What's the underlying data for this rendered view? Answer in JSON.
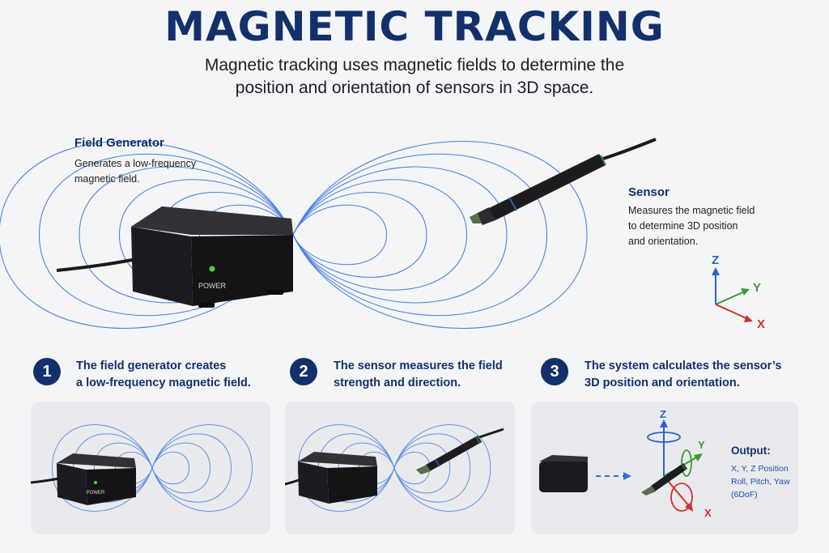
{
  "header": {
    "title": "MAGNETIC TRACKING",
    "subtitle_line1": "Magnetic tracking uses magnetic fields to determine the",
    "subtitle_line2": "position and orientation of sensors in 3D space."
  },
  "field_generator": {
    "title": "Field Generator",
    "text_line1": "Generates a low-frequency",
    "text_line2": "magnetic field.",
    "power_label": "POWER"
  },
  "sensor": {
    "title": "Sensor",
    "text_line1": "Measures the magnetic field",
    "text_line2": "to determine 3D position",
    "text_line3": "and orientation."
  },
  "axes": {
    "z": "Z",
    "y": "Y",
    "x": "X"
  },
  "steps": [
    {
      "number": "1",
      "line1": "The field generator creates",
      "line2": "a low-frequency magnetic field."
    },
    {
      "number": "2",
      "line1": "The sensor measures the field",
      "line2": "strength and direction."
    },
    {
      "number": "3",
      "line1": "The system calculates the sensor’s",
      "line2": "3D position and orientation."
    }
  ],
  "output": {
    "title": "Output:",
    "line1": "X, Y, Z Position",
    "line2": "Roll, Pitch, Yaw",
    "line3": "(6DoF)"
  },
  "colors": {
    "navy": "#13306b",
    "field_lines": "#2f6fe0",
    "axis_z": "#2b5fd0",
    "axis_y": "#3a9a2e",
    "axis_x": "#d0302a",
    "led": "#4cd13a"
  }
}
